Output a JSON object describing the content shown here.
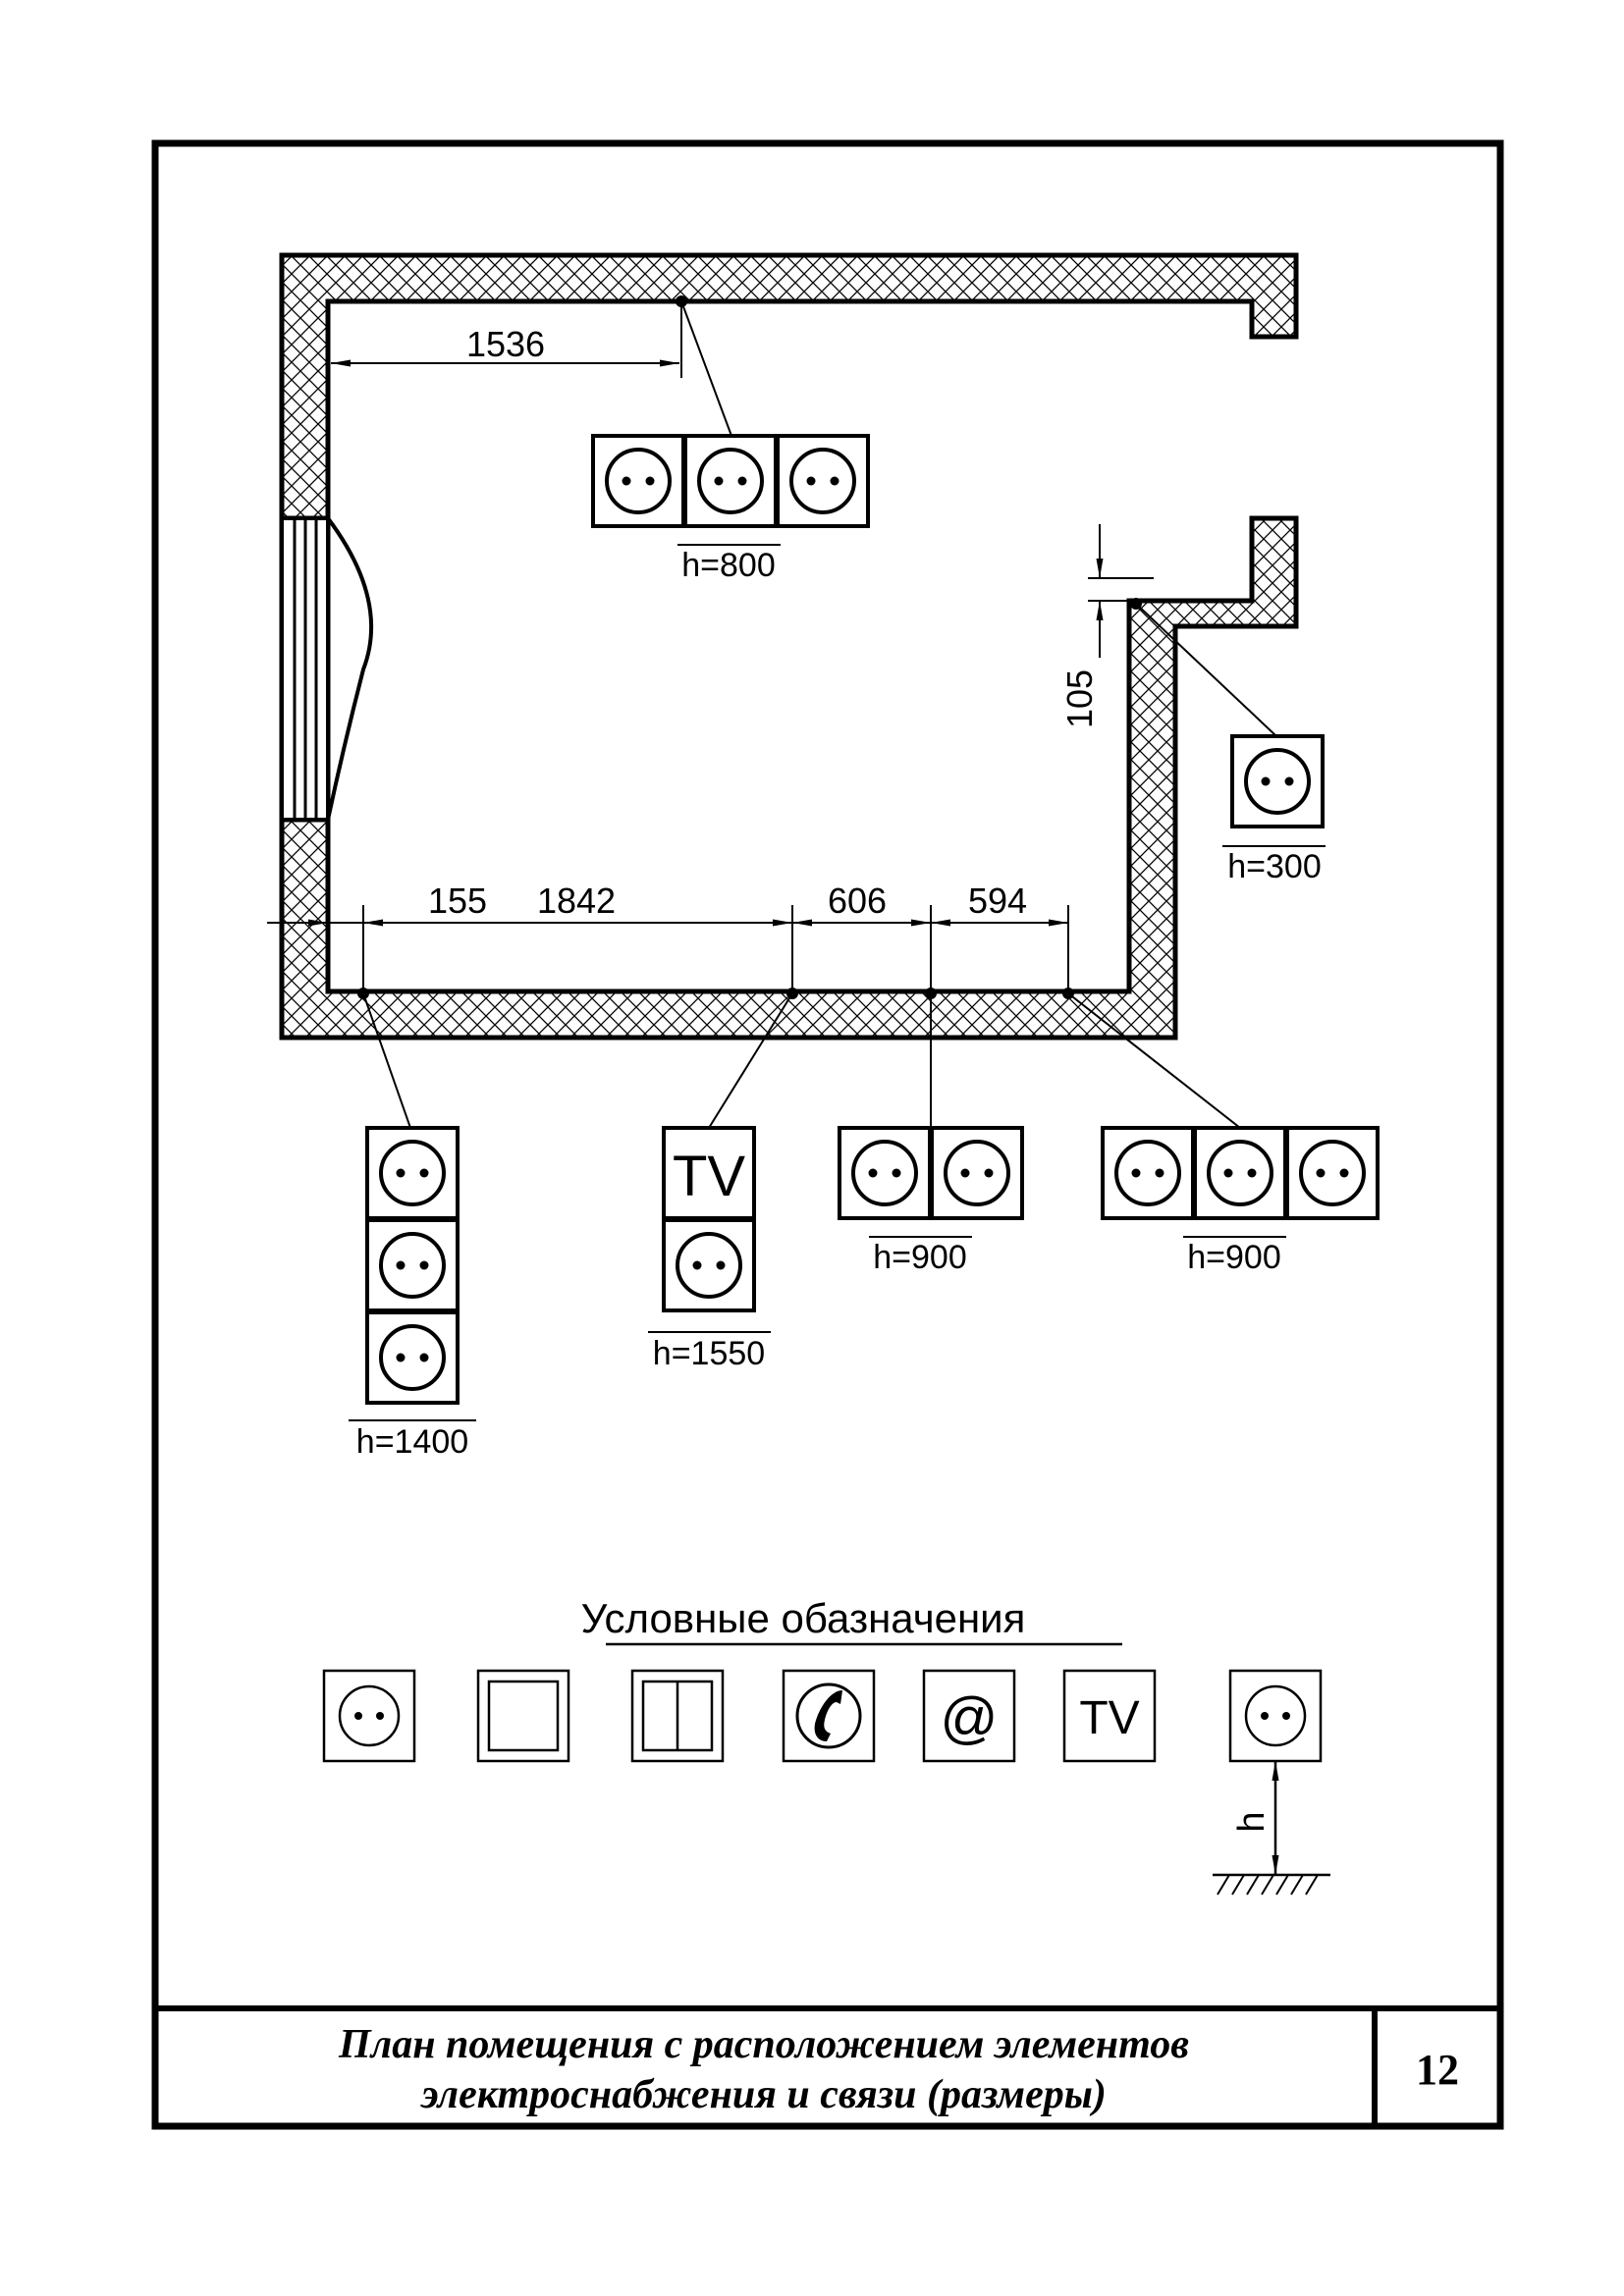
{
  "dimensions": {
    "top_socket_offset": "1536",
    "corner_height": "105",
    "bottom_1": "155",
    "bottom_2": "1842",
    "bottom_3": "606",
    "bottom_4": "594"
  },
  "socket_groups": {
    "top_triple": {
      "height_label": "h=800"
    },
    "right_single": {
      "height_label": "h=300"
    },
    "left_vertical_triple": {
      "height_label": "h=1400"
    },
    "tv_socket": {
      "tv_label": "TV",
      "height_label": "h=1550"
    },
    "double": {
      "height_label": "h=900"
    },
    "bottom_triple": {
      "height_label": "h=900"
    }
  },
  "legend": {
    "title": "Условные обазначения",
    "items": [
      {
        "icon": "socket-icon"
      },
      {
        "icon": "single-switch-icon"
      },
      {
        "icon": "double-switch-icon"
      },
      {
        "icon": "phone-outlet-icon"
      },
      {
        "icon": "internet-outlet-icon",
        "glyph": "@"
      },
      {
        "icon": "tv-outlet-icon",
        "label": "TV"
      },
      {
        "icon": "socket-height-icon",
        "height_symbol": "h"
      }
    ]
  },
  "title_block": {
    "title_line_1": "План помещения с расположением элементов",
    "title_line_2": "электроснабжения и связи (размеры)",
    "page_number": "12"
  }
}
